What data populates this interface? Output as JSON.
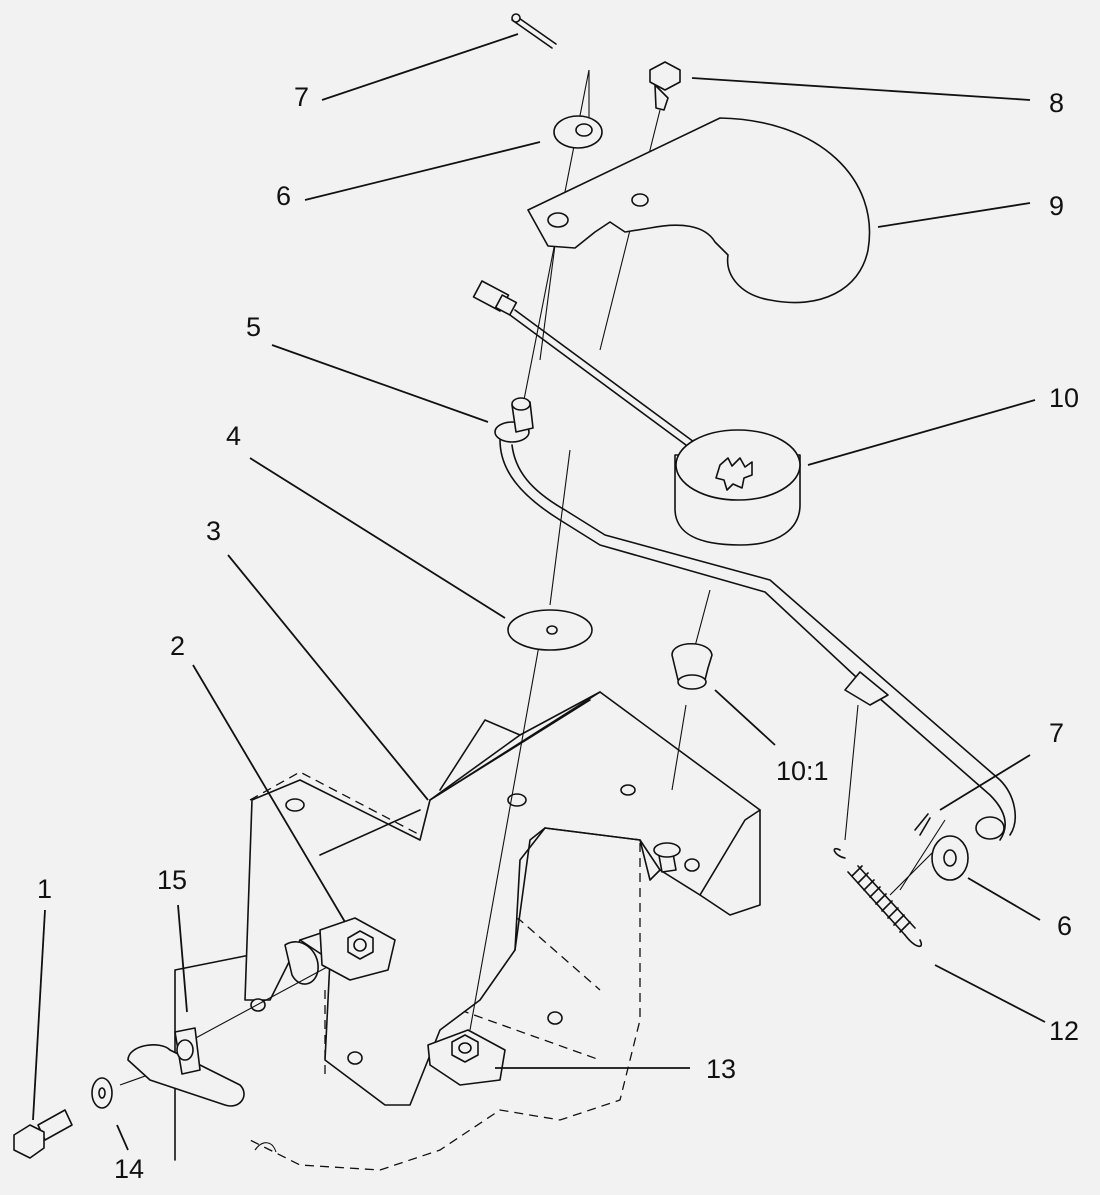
{
  "callouts": [
    {
      "id": "c1",
      "text": "1"
    },
    {
      "id": "c2",
      "text": "2"
    },
    {
      "id": "c3",
      "text": "3"
    },
    {
      "id": "c4",
      "text": "4"
    },
    {
      "id": "c5",
      "text": "5"
    },
    {
      "id": "c6a",
      "text": "6"
    },
    {
      "id": "c6b",
      "text": "6"
    },
    {
      "id": "c7a",
      "text": "7"
    },
    {
      "id": "c7b",
      "text": "7"
    },
    {
      "id": "c8",
      "text": "8"
    },
    {
      "id": "c9",
      "text": "9"
    },
    {
      "id": "c10",
      "text": "10"
    },
    {
      "id": "c10_1",
      "text": "10:1"
    },
    {
      "id": "c12",
      "text": "12"
    },
    {
      "id": "c13",
      "text": "13"
    },
    {
      "id": "c14",
      "text": "14"
    },
    {
      "id": "c15",
      "text": "15"
    }
  ]
}
